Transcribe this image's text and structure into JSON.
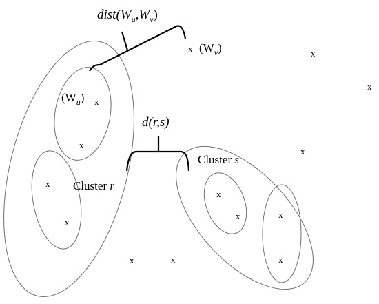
{
  "diagram": {
    "labels": {
      "dist": "dist(W",
      "dist_sub1": "u",
      "dist_mid": ",W",
      "dist_sub2": "v",
      "dist_end": ")",
      "wv_open": "(W",
      "wv_sub": "v",
      "wv_close": ")",
      "wu_open": "(W",
      "wu_sub": "u",
      "wu_close": ")",
      "d_rs": "d(r,s)",
      "cluster_r_word": "Cluster ",
      "cluster_r_var": "r",
      "cluster_s_word": "Cluster ",
      "cluster_s_var": "s"
    },
    "point_marker": "x"
  }
}
